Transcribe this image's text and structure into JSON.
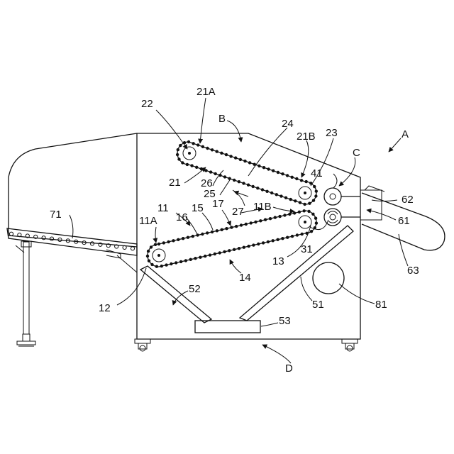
{
  "figure": {
    "labels": {
      "A": "A",
      "B": "B",
      "C": "C",
      "D": "D",
      "l11": "11",
      "l11A": "11A",
      "l11B": "11B",
      "l12": "12",
      "l13": "13",
      "l14": "14",
      "l15": "15",
      "l16": "16",
      "l17": "17",
      "l21": "21",
      "l21A": "21A",
      "l21B": "21B",
      "l22": "22",
      "l23": "23",
      "l24": "24",
      "l25": "25",
      "l26": "26",
      "l27": "27",
      "l31": "31",
      "l41": "41",
      "l51": "51",
      "l52": "52",
      "l53": "53",
      "l61": "61",
      "l62": "62",
      "l63": "63",
      "l71": "71",
      "l81": "81"
    }
  }
}
